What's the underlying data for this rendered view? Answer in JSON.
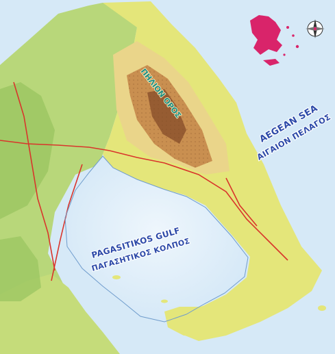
{
  "labels": {
    "aegean_en": "AEGEAN SEA",
    "aegean_gr": "ΑΙΓΑΙΟΝ ΠΕΛΑΓΟΣ",
    "gulf_en": "PAGASITIKOS GULF",
    "gulf_gr": "ΠΑΓΑΣΗΤΙΚΟΣ ΚΟΛΠΟΣ",
    "mountain_gr": "ΠΗΛΙΟΝ ΟΡΟΣ"
  },
  "icons": {
    "compass": "compass-rose-icon",
    "inset": "greece-inset-map"
  },
  "colors": {
    "sea_deep": "#cfe5f6",
    "sea_shallow": "#eef6fc",
    "lowland": "#b8d77a",
    "plain": "#e4e67a",
    "hills": "#ead58a",
    "mountain": "#c98f50",
    "peak": "#8a4f2a",
    "inset_land": "#d9246a",
    "sea_text": "#2c49a8",
    "mount_text": "#1d8d84"
  }
}
